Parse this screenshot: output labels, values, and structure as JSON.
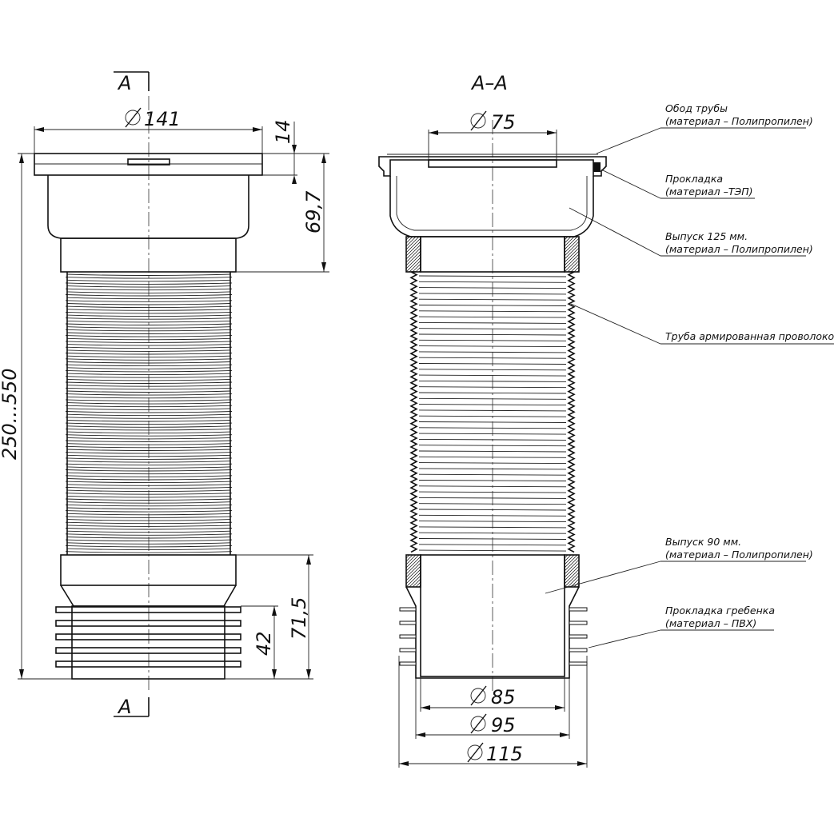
{
  "section_marks": {
    "top_left": "A",
    "bottom_left": "A",
    "section_title": "А–А"
  },
  "dimensions": {
    "dia_141": "141",
    "d_14": "14",
    "d_69_7": "69,7",
    "d_250_550": "250...550",
    "d_71_5": "71,5",
    "d_42": "42",
    "dia_75": "75",
    "dia_85": "85",
    "dia_95": "95",
    "dia_115": "115"
  },
  "callouts": [
    {
      "title": "Обод трубы",
      "material": "(материал – Полипропилен)"
    },
    {
      "title": "Прокладка",
      "material": "(материал –ТЭП)"
    },
    {
      "title": "Выпуск 125 мм.",
      "material": "(материал – Полипропилен)"
    },
    {
      "title": "Труба армированная проволокой",
      "material": ""
    },
    {
      "title": "Выпуск 90 мм.",
      "material": "(материал – Полипропилен)"
    },
    {
      "title": "Прокладка гребенка",
      "material": "(материал – ПВХ)"
    }
  ],
  "icons": {
    "diameter": "diameter-symbol-icon"
  }
}
